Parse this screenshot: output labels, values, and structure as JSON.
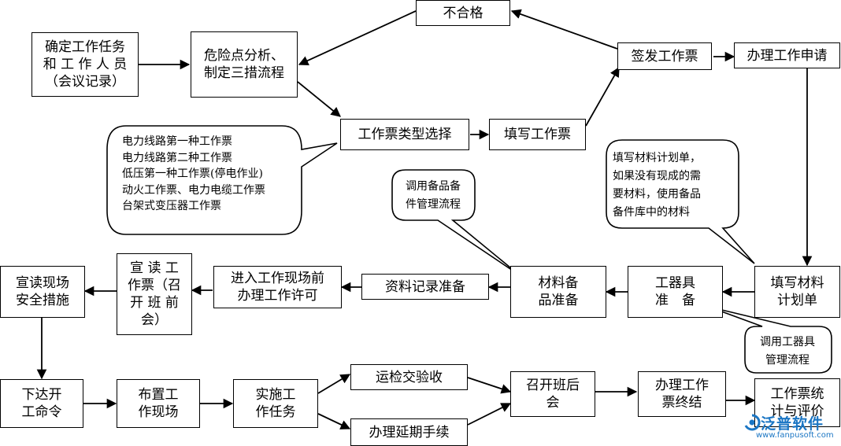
{
  "nodes": {
    "confirm_task": "确定工作任务\n和 工 作 人 员\n（会议记录）",
    "risk_analysis": "危险点分析、\n制定三措流程",
    "unqualified": "不合格",
    "issue_ticket": "签发工作票",
    "apply_work": "办理工作申请",
    "ticket_type": "工作票类型选择",
    "fill_ticket": "填写工作票",
    "fill_material_plan": "填写材料\n计划单",
    "tools_prep": "工器具\n准　备",
    "material_prep": "材料备\n品准备",
    "record_prep": "资料记录准备",
    "site_permit": "进入工作现场前\n办理工作许可",
    "read_ticket": "宣 读 工\n作票（召\n开 班 前\n会）",
    "read_safety": "宣读现场\n安全措施",
    "start_order": "下达开\n工命令",
    "arrange_site": "布置工\n作现场",
    "implement_task": "实施工\n作任务",
    "acceptance": "运检交验收",
    "extension": "办理延期手续",
    "post_meeting": "召开班后\n会",
    "ticket_end": "办理工作\n票终结",
    "ticket_stats": "工作票统\n计与评价"
  },
  "callouts": {
    "ticket_types": "电力线路第一种工作票\n电力线路第二种工作票\n低压第一种工作票(停电作业)\n动火工作票、电力电缆工作票\n台架式变压器工作票",
    "spare_parts": "调用备品备\n件管理流程",
    "material_plan_note": "填写材料计划单，\n如果没有现成的需\n要材料，使用备品\n备件库中的材料",
    "tools_flow": "调用工器具\n管理流程"
  },
  "watermark": {
    "name": "泛普软件",
    "url": "www.fanpusoft.com"
  },
  "colors": {
    "line": "#000000",
    "watermark": "#1b76c4"
  }
}
